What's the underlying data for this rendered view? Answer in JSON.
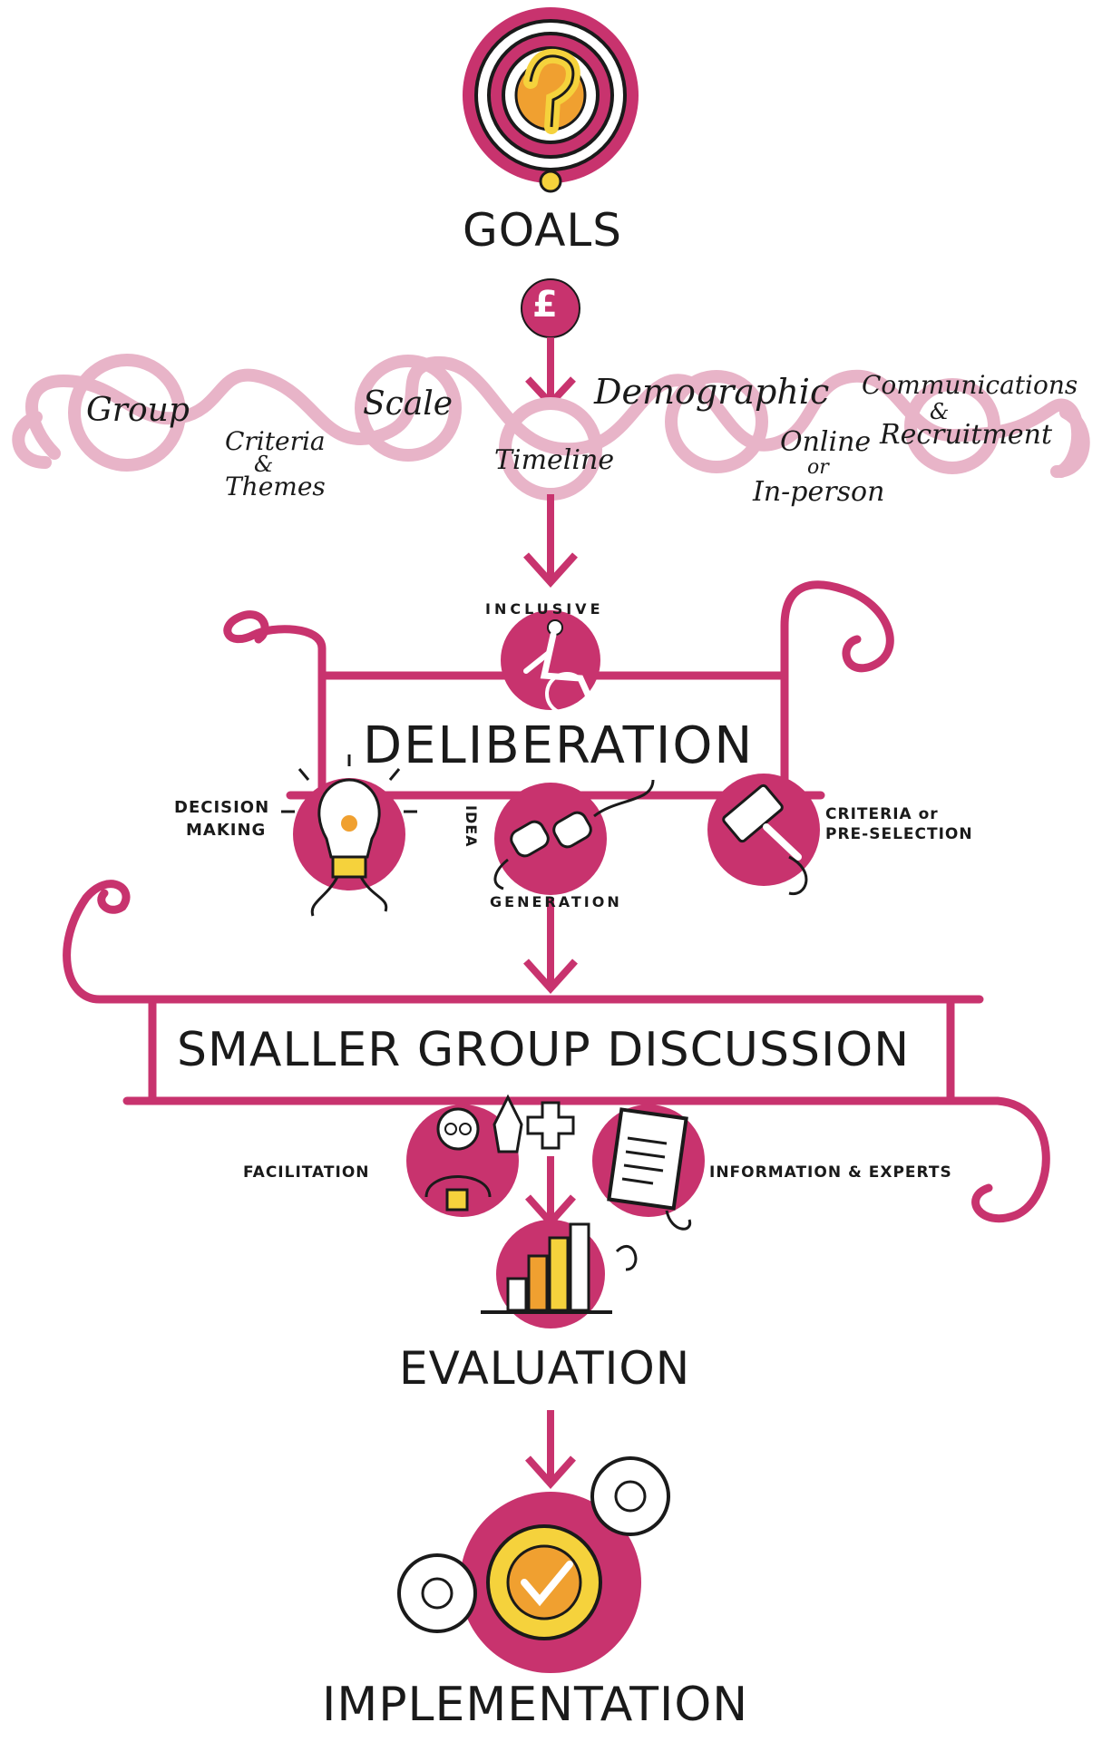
{
  "colors": {
    "magenta": "#c8336e",
    "pink_light": "#e8b4c8",
    "yellow": "#f5d23c",
    "orange": "#f0a030",
    "ink": "#1a1a1a"
  },
  "goals": {
    "title": "GOALS",
    "icon": "target-question-icon",
    "money_icon": "pound-icon",
    "money_symbol": "£"
  },
  "factors": {
    "group": "Group",
    "criteria": "Criteria",
    "criteria_amp": "&",
    "themes": "Themes",
    "scale": "Scale",
    "timeline": "Timeline",
    "demographic": "Demographic",
    "online": "Online",
    "online_or": "or",
    "in_person": "In-person",
    "communications": "Communications",
    "comm_amp": "&",
    "recruitment": "Recruitment"
  },
  "deliberation": {
    "title": "DELIBERATION",
    "inclusive": "INCLUSIVE",
    "inclusive_icon": "wheelchair-icon",
    "decision_line1": "DECISION",
    "decision_line2": "MAKING",
    "decision_icon": "lightbulb-icon",
    "idea": "IDEA",
    "generation": "GENERATION",
    "idea_icon": "plug-icon",
    "criteria_line1": "CRITERIA or",
    "criteria_line2": "PRE-SELECTION",
    "criteria_icon": "gavel-icon"
  },
  "smaller_group": {
    "title": "SMALLER GROUP DISCUSSION",
    "facilitation": "FACILITATION",
    "facilitation_icon": "facilitator-icon",
    "plus_icon": "plus-icon",
    "info": "INFORMATION & EXPERTS",
    "info_icon": "document-icon"
  },
  "evaluation": {
    "title": "EVALUATION",
    "icon": "bar-chart-icon"
  },
  "implementation": {
    "title": "IMPLEMENTATION",
    "icon": "gears-check-icon"
  }
}
